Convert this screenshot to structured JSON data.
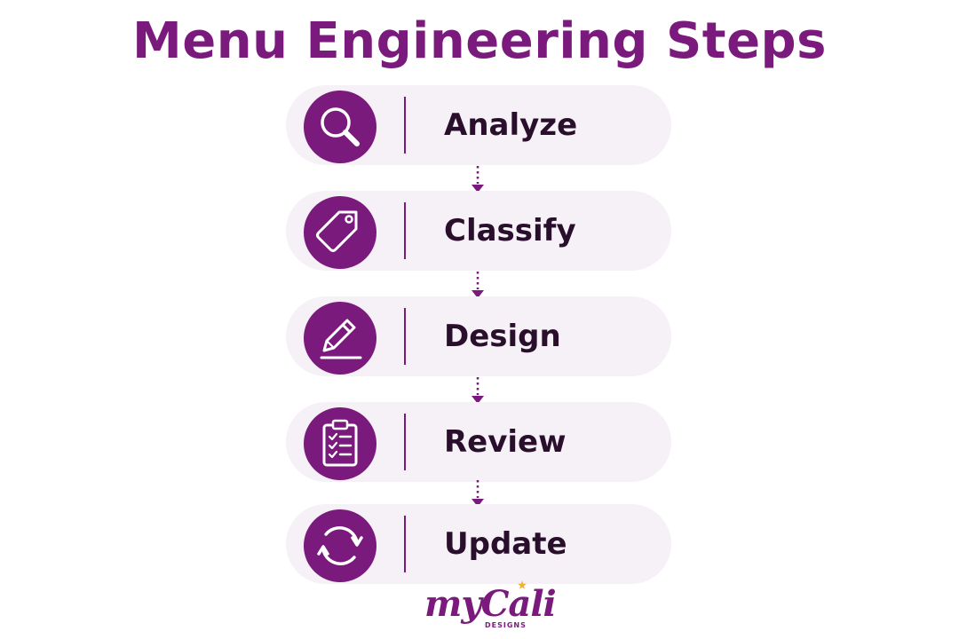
{
  "title": "Menu Engineering Steps",
  "colors": {
    "accent": "#7a1a7c",
    "step_background": "#f5f1f6",
    "label_text": "#2a0f2c",
    "logo_star": "#f2b230"
  },
  "steps": [
    {
      "label": "Analyze",
      "icon": "magnifying-glass-icon"
    },
    {
      "label": "Classify",
      "icon": "price-tag-icon"
    },
    {
      "label": "Design",
      "icon": "pencil-icon"
    },
    {
      "label": "Review",
      "icon": "clipboard-checklist-icon"
    },
    {
      "label": "Update",
      "icon": "refresh-arrows-icon"
    }
  ],
  "connector_icon": "dotted-down-arrow-icon",
  "logo": {
    "name": "myCali",
    "tagline": "DESIGNS"
  }
}
